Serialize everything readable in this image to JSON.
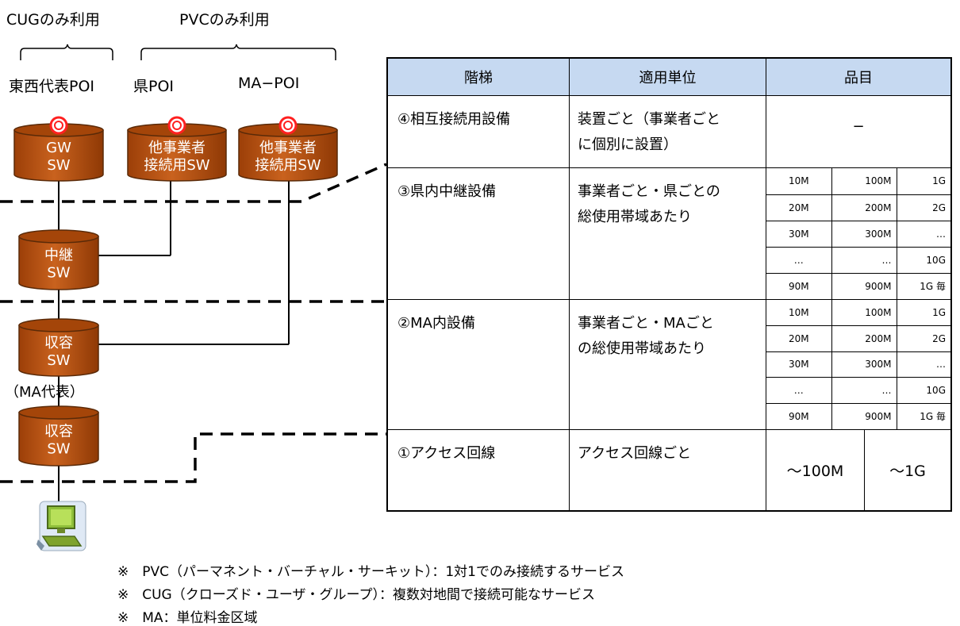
{
  "groups": {
    "cug_only": "CUGのみ利用",
    "pvc_only": "PVCのみ利用"
  },
  "poi": {
    "tozai": "東西代表POI",
    "ken": "県POI",
    "ma": "MA−POI"
  },
  "nodes": {
    "gw": [
      "GW",
      "SW"
    ],
    "other1": [
      "他事業者",
      "接続用SW"
    ],
    "other2": [
      "他事業者",
      "接続用SW"
    ],
    "relay": [
      "中継",
      "SW"
    ],
    "accommodation_ma": [
      "収容",
      "SW"
    ],
    "ma_rep_label": "（MA代表）",
    "accommodation": [
      "収容",
      "SW"
    ]
  },
  "table": {
    "headers": [
      "階梯",
      "適用単位",
      "品目"
    ],
    "rows": [
      {
        "tier": "④相互接続用設備",
        "unit": "装置ごと（事業者ごと\nに個別に設置）",
        "items_text": "−"
      },
      {
        "tier": "③県内中継設備",
        "unit": "事業者ごと・県ごとの\n総使用帯域あたり",
        "items_grid": [
          [
            "10M",
            "100M",
            "1G"
          ],
          [
            "20M",
            "200M",
            "2G"
          ],
          [
            "30M",
            "300M",
            "…"
          ],
          [
            "…",
            "…",
            "10G"
          ],
          [
            "90M",
            "900M",
            "1G 毎"
          ]
        ]
      },
      {
        "tier": "②MA内設備",
        "unit": "事業者ごと・MAごと\nの総使用帯域あたり",
        "items_grid": [
          [
            "10M",
            "100M",
            "1G"
          ],
          [
            "20M",
            "200M",
            "2G"
          ],
          [
            "30M",
            "300M",
            "…"
          ],
          [
            "…",
            "…",
            "10G"
          ],
          [
            "90M",
            "900M",
            "1G 毎"
          ]
        ]
      },
      {
        "tier": "①アクセス回線",
        "unit": "アクセス回線ごと",
        "items_access": [
          "〜100M",
          "〜1G"
        ]
      }
    ]
  },
  "notes": [
    "※　PVC（パーマネント・バーチャル・サーキット）：1対1でのみ接続するサービス",
    "※　CUG（クローズド・ユーザ・グループ）：複数対地間で接続可能なサービス",
    "※　MA：単位料金区域"
  ],
  "colors": {
    "cylinder_fill": "#b8500e",
    "cylinder_top": "#a44509",
    "poi_marker": "#ff2020",
    "header_bg": "#c6d9f1"
  },
  "icons": {
    "computer": "computer-icon",
    "poi": "poi-marker-icon"
  }
}
